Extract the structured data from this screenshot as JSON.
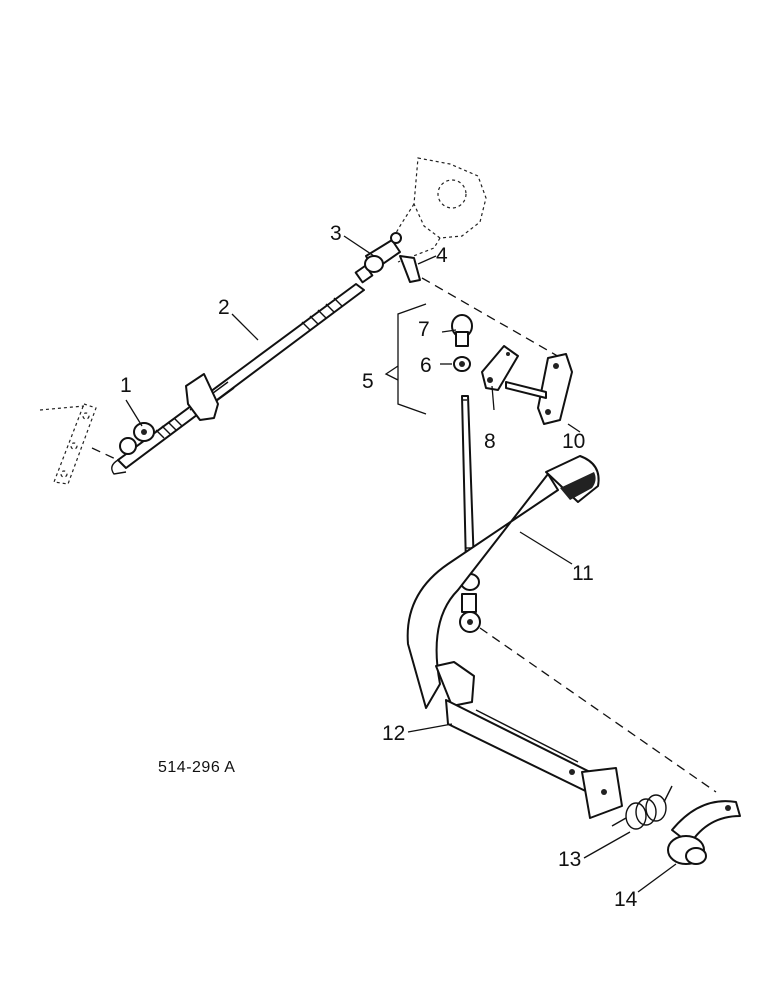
{
  "drawing_number": "514-296 A",
  "callouts": {
    "c1": "1",
    "c2": "2",
    "c3": "3",
    "c4": "4",
    "c5": "5",
    "c6": "6",
    "c7": "7",
    "c8": "8",
    "c10": "10",
    "c11": "11",
    "c12": "12",
    "c13": "13",
    "c14": "14"
  }
}
